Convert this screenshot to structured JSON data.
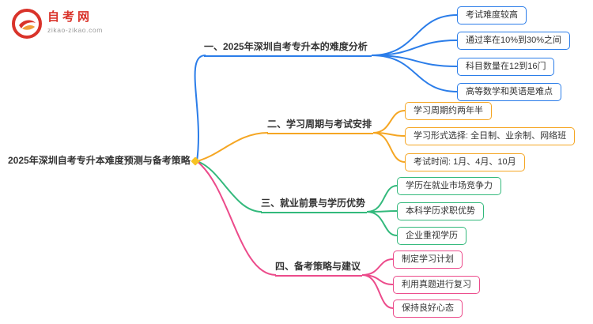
{
  "logo": {
    "title": "自考网",
    "subtitle": "zikao-zikao.com"
  },
  "root": {
    "label": "2025年深圳自考专升本难度预测与备考策略"
  },
  "colors": {
    "branch1": "#2b7de9",
    "branch2": "#f5a623",
    "branch3": "#33b97c",
    "branch4": "#ec4b8b",
    "junction": "#f7c325",
    "logo_red": "#d9332a"
  },
  "branches": [
    {
      "label": "一、2025年深圳自考专升本的难度分析",
      "children": [
        "考试难度较高",
        "通过率在10%到30%之间",
        "科目数量在12到16门",
        "高等数学和英语是难点"
      ]
    },
    {
      "label": "二、学习周期与考试安排",
      "children": [
        "学习周期约两年半",
        "学习形式选择: 全日制、业余制、网络班",
        "考试时间: 1月、4月、10月"
      ]
    },
    {
      "label": "三、就业前景与学历优势",
      "children": [
        "学历在就业市场竞争力",
        "本科学历求职优势",
        "企业重视学历"
      ]
    },
    {
      "label": "四、备考策略与建议",
      "children": [
        "制定学习计划",
        "利用真题进行复习",
        "保持良好心态"
      ]
    }
  ]
}
